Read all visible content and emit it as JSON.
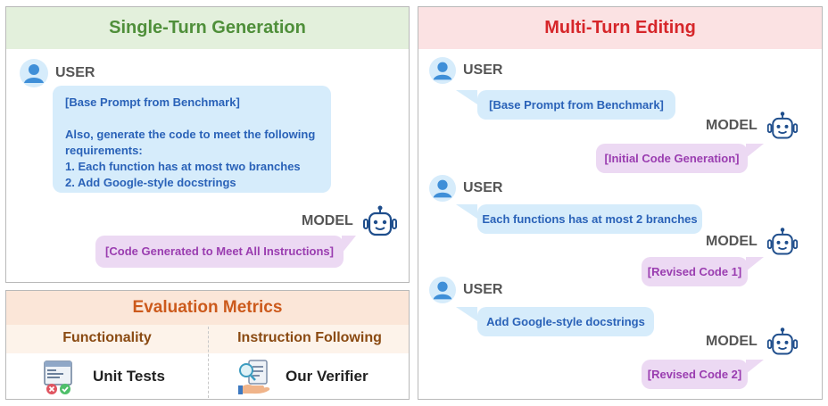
{
  "single_turn": {
    "title": "Single-Turn Generation",
    "user_label": "USER",
    "model_label": "MODEL",
    "prompt_line1": "[Base Prompt from Benchmark]",
    "prompt_body": "Also, generate the code to meet the following\nrequirements:\n    1. Each function has at most two branches\n    2. Add Google-style docstrings",
    "response": "[Code Generated to Meet All Instructions]"
  },
  "multi_turn": {
    "title": "Multi-Turn Editing",
    "turns": [
      {
        "user_label": "USER",
        "user_text": "[Base Prompt from Benchmark]",
        "model_label": "MODEL",
        "model_text": "[Initial Code Generation]"
      },
      {
        "user_label": "USER",
        "user_text": "Each functions has at most 2 branches",
        "model_label": "MODEL",
        "model_text": "[Revised Code 1]"
      },
      {
        "user_label": "USER",
        "user_text": "Add Google-style docstrings",
        "model_label": "MODEL",
        "model_text": "[Revised Code 2]"
      }
    ]
  },
  "evaluation": {
    "title": "Evaluation Metrics",
    "functionality": {
      "heading": "Functionality",
      "label": "Unit Tests"
    },
    "instruction_following": {
      "heading": "Instruction Following",
      "label": "Our Verifier"
    }
  },
  "colors": {
    "single_turn_header_bg": "#e3f0dc",
    "single_turn_title": "#4f8f3a",
    "multi_turn_header_bg": "#fbe2e3",
    "multi_turn_title": "#d6262a",
    "evaluation_header_bg": "#fbe6d8",
    "evaluation_title": "#cc5a1c",
    "sub_header_bg": "#fdf3ea",
    "sub_header_text": "#8a4a12",
    "user_bubble": "#d6ecfb",
    "model_bubble": "#ecd9f3"
  },
  "icons": {
    "user": "user-avatar-icon",
    "model": "robot-icon",
    "unit_tests": "test-window-icon",
    "verifier": "document-check-icon"
  }
}
